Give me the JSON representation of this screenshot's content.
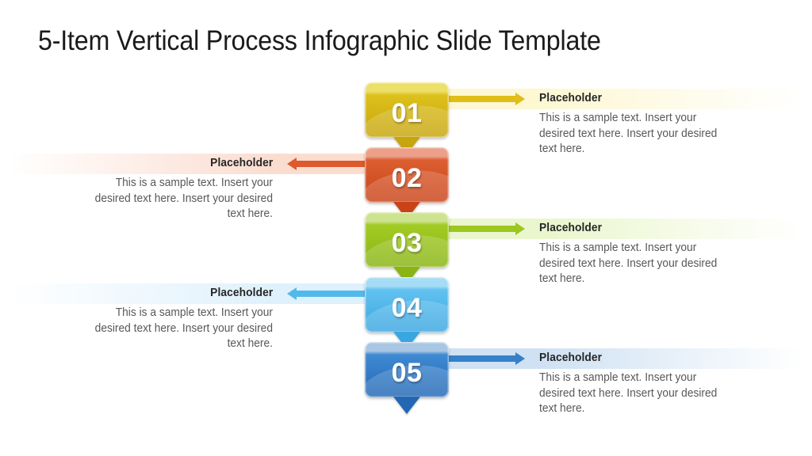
{
  "title": "5-Item Vertical Process Infographic Slide Template",
  "body_text": "This is a sample text. Insert your desired text here. Insert your desired text here.",
  "steps": [
    {
      "number": "01",
      "label": "Placeholder",
      "body": "This is a sample text. Insert your desired text here. Insert your desired text here.",
      "side": "right",
      "accent": "#e0bd17",
      "top_strip": "#ecdf6a",
      "body_top": "#ddc11c",
      "body_bottom": "#c6a50e",
      "band_tint": "#fdf7d2"
    },
    {
      "number": "02",
      "label": "Placeholder",
      "body": "This is a sample text. Insert your desired text here. Insert your desired text here.",
      "side": "left",
      "accent": "#dd5a2c",
      "top_strip": "#eda089",
      "body_top": "#dc5f31",
      "body_bottom": "#c94318",
      "band_tint": "#fbddd0"
    },
    {
      "number": "03",
      "label": "Placeholder",
      "body": "This is a sample text. Insert your desired text here. Insert your desired text here.",
      "side": "right",
      "accent": "#9cc71f",
      "top_strip": "#cde390",
      "body_top": "#a3cb25",
      "body_bottom": "#89b414",
      "band_tint": "#eaf6cd"
    },
    {
      "number": "04",
      "label": "Placeholder",
      "body": "This is a sample text. Insert your desired text here. Insert your desired text here.",
      "side": "left",
      "accent": "#53b9ec",
      "top_strip": "#a6dcf5",
      "body_top": "#62c2f0",
      "body_bottom": "#3aa6e0",
      "band_tint": "#dff1fc"
    },
    {
      "number": "05",
      "label": "Placeholder",
      "body": "This is a sample text. Insert your desired text here. Insert your desired text here.",
      "side": "right",
      "accent": "#3580c8",
      "top_strip": "#a9c6e4",
      "body_top": "#3f8ad3",
      "body_bottom": "#2367b4",
      "band_tint": "#cfe1f3"
    }
  ],
  "layout": {
    "first_step_top": 104,
    "step_spacing": 82
  }
}
